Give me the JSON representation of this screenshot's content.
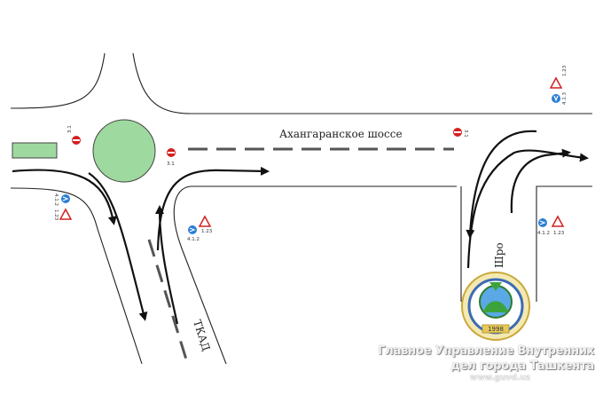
{
  "map": {
    "road_label_main": "Ахангаранское шоссе",
    "road_label_ring": "ТКАД",
    "road_label_side": "Шро",
    "sign_codes": {
      "s31": "3.1",
      "s412": "4.1.2",
      "s123": "1.23",
      "s413": "4.1.3"
    }
  },
  "watermark": {
    "line1": "Главное Управление Внутренних",
    "line2": "дел города Ташкента",
    "url": "www.guvd.uz"
  },
  "emblem": {
    "year": "1998"
  }
}
